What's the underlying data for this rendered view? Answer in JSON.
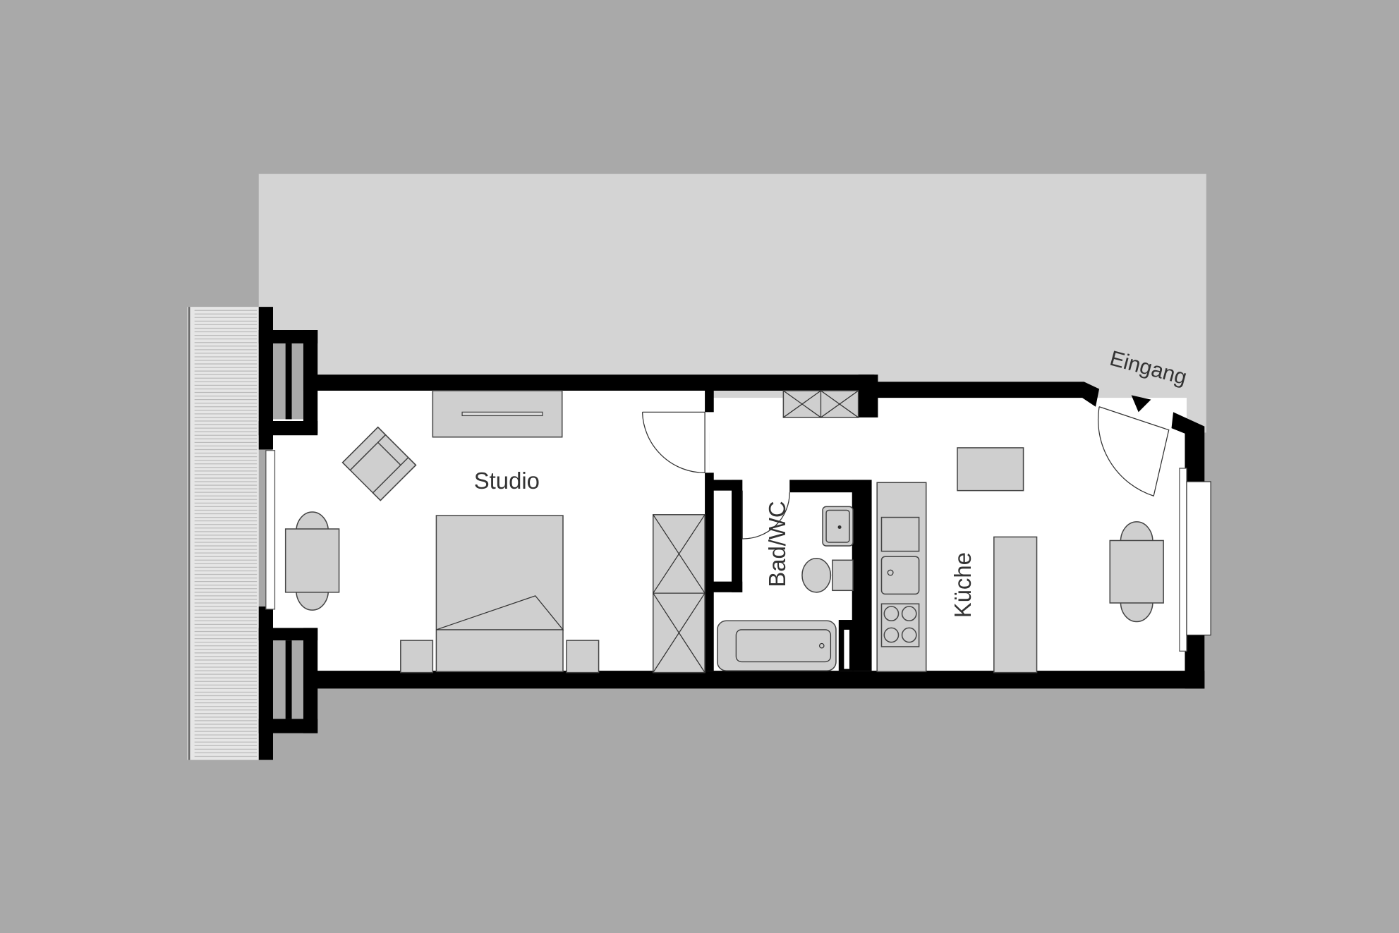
{
  "rooms": {
    "studio": "Studio",
    "bath": "Bad/WC",
    "kitchen": "Küche"
  },
  "entrance": {
    "label": "Eingang",
    "arrow_icon": "triangle-down"
  },
  "colors": {
    "background": "#a9a9a9",
    "outdoor_area": "#d4d4d4",
    "walls": "#000000",
    "furniture": "#cfcfcf",
    "floor": "#ffffff"
  }
}
